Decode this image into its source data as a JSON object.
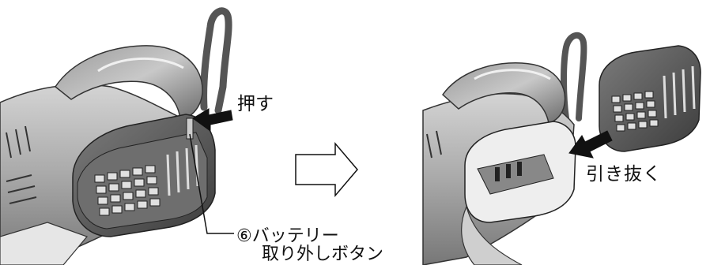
{
  "labels": {
    "push": "押す",
    "pull_out": "引き抜く",
    "battery_release_button_line1": "⑥バッテリー",
    "battery_release_button_line2": "取り外しボタン"
  }
}
